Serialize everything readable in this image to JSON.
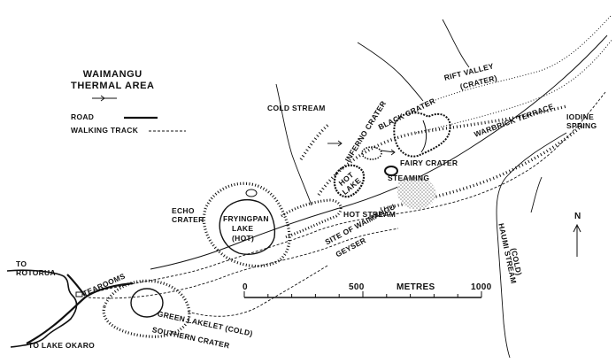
{
  "legend": {
    "title_line1": "WAIMANGU",
    "title_line2": "THERMAL AREA",
    "road": "ROAD",
    "track": "WALKING TRACK"
  },
  "labels": {
    "cold_stream": "COLD STREAM",
    "inferno_crater": "INFERNO CRATER",
    "black_crater": "BLACK CRATER",
    "rift_valley_1": "RIFT VALLEY",
    "rift_valley_2": "(CRATER)",
    "warbrick_terrace": "WARBRICK TERRACE",
    "iodine_1": "IODINE",
    "iodine_2": "SPRING",
    "fairy_crater": "FAIRY CRATER",
    "steaming": "STEAMING",
    "hot_lake_1": "HOT",
    "hot_lake_2": "LAKE",
    "hot_stream": "HOT STREAM",
    "echo_1": "ECHO",
    "echo_2": "CRATER",
    "fryingpan_1": "FRYINGPAN",
    "fryingpan_2": "LAKE",
    "fryingpan_3": "(HOT)",
    "waimangu_geyser_1": "SITE OF WAIMANGU",
    "waimangu_geyser_2": "GEYSER",
    "haumi_stream": "HAUMI STREAM",
    "haumi_cold": "(COLD)",
    "to_rotorua_1": "TO",
    "to_rotorua_2": "ROTORUA",
    "tearooms": "TEAROOMS",
    "green_lakelet": "GREEN LAKELET (COLD)",
    "southern_crater": "SOUTHERN CRATER",
    "to_lake_okaro": "TO LAKE OKARO",
    "north": "N"
  },
  "scale": {
    "ticks": [
      "0",
      "500",
      "1000"
    ],
    "unit": "METRES",
    "max_metres": 1000
  },
  "colors": {
    "ink": "#111111",
    "steam_fill": "#c8c8c8",
    "paper": "#ffffff"
  }
}
